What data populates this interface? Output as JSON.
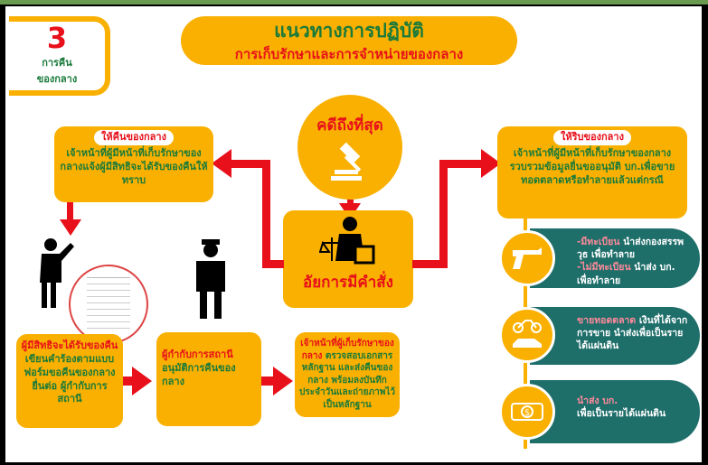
{
  "badge": {
    "number": "3",
    "line1": "การคืน",
    "line2": "ของกลาง"
  },
  "header": {
    "title": "แนวทางการปฏิบัติ",
    "subtitle": "การเก็บรักษาและการจำหน่ายของกลาง"
  },
  "center": {
    "verdict": "คดีถึงที่สุด",
    "order": "อัยการมีคำสั่ง"
  },
  "left_box": {
    "label": "ให้คืนของกลาง",
    "text": "เจ้าหน้าที่ผู้มีหน้าที่เก็บรักษาของกลางแจ้งผู้มีสิทธิจะได้รับของคืนให้ทราบ"
  },
  "right_box": {
    "label": "ให้ริบของกลาง",
    "text": "เจ้าหน้าที่ผู้มีหน้าที่เก็บรักษาของกลางรวบรวมข้อมูลยื่นขออนุมัติ บก.เพื่อขายทอดตลาดหรือทำลายแล้วแต่กรณี"
  },
  "steps": [
    {
      "highlight": "ผู้มีสิทธิจะได้รับของคืน",
      "text": " เขียนคำร้องตามแบบฟอร์มขอคืนของกลาง ยื่นต่อ ผู้กำกับการสถานี"
    },
    {
      "highlight": "ผู้กำกับการสถานี",
      "text": " อนุมัติการคืนของกลาง"
    },
    {
      "highlight": "เจ้าหน้าที่ผู้เก็บรักษาของกลาง",
      "text": " ตรวจสอบเอกสารหลักฐาน และส่งคืนของกลาง พร้อมลงบันทึกประจำวันและถ่ายภาพไว้เป็นหลักฐาน"
    }
  ],
  "disposal": [
    {
      "icon": "gun-icon",
      "a_hl": "-มีทะเบียน",
      "a_text": " นำส่งกองสรรพวุธ เพื่อทำลาย",
      "b_hl": "-ไม่มีทะเบียน",
      "b_text": " นำส่ง บก. เพื่อทำลาย"
    },
    {
      "icon": "vehicle-icon",
      "a_hl": "ขายทอดตลาด",
      "a_text": " เงินที่ได้จากการขาย นำส่งเพื่อเป็นรายได้แผ่นดิน"
    },
    {
      "icon": "money-icon",
      "a_hl": "นำส่ง บก.",
      "a_text": " เพื่อเป็นรายได้แผ่นดิน"
    }
  ],
  "colors": {
    "orange": "#f9b000",
    "red": "#e8101a",
    "green": "#1a7a3a",
    "teal": "#1e6e6a"
  }
}
